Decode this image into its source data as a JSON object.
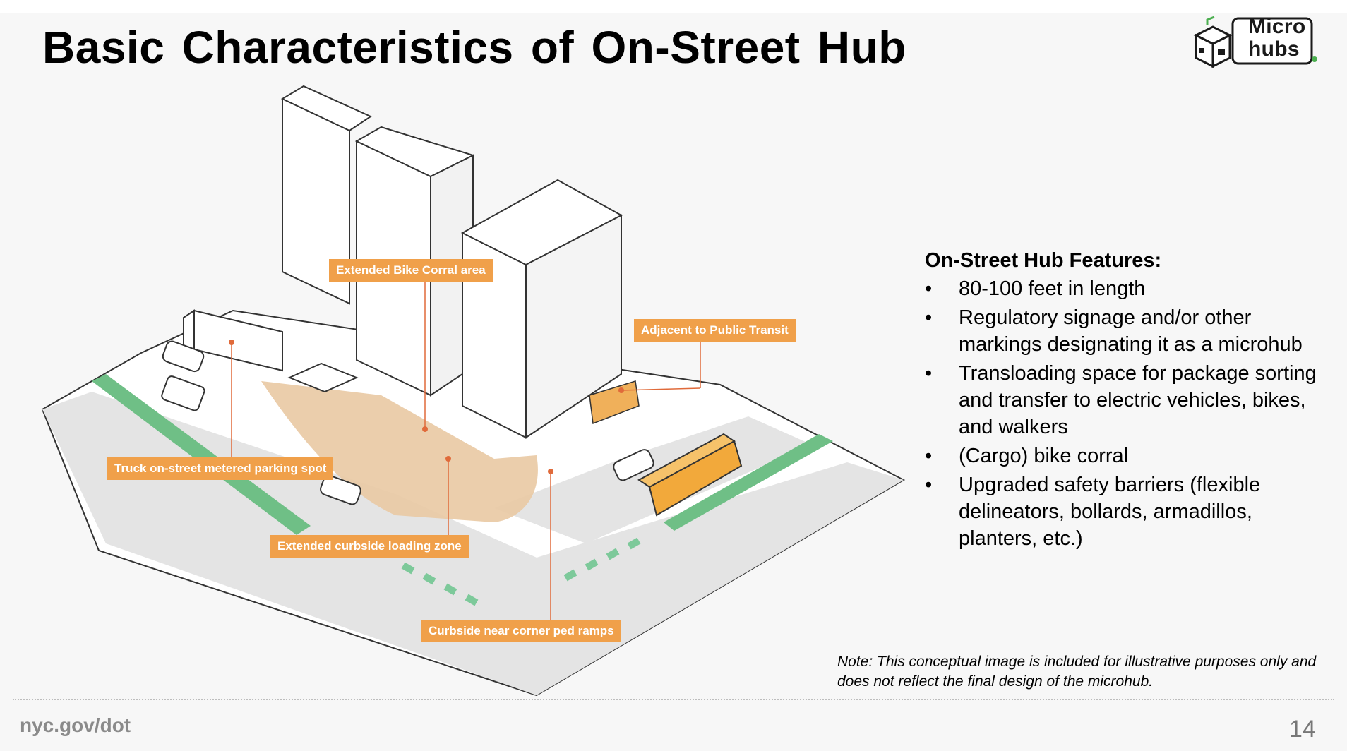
{
  "title": "Basic Characteristics of On-Street Hub",
  "logo": {
    "line1": "Micro",
    "line2": "hubs"
  },
  "callouts": {
    "bike_corral": "Extended Bike Corral area",
    "public_transit": "Adjacent to Public Transit",
    "truck_parking": "Truck on-street metered parking spot",
    "loading_zone": "Extended curbside loading zone",
    "ped_ramps": "Curbside near corner ped ramps"
  },
  "features": {
    "heading": "On-Street Hub Features:",
    "bullet": "•",
    "items": [
      "80-100 feet in length",
      "Regulatory signage and/or other markings designating it as a microhub",
      "Transloading space for package sorting and transfer to electric vehicles, bikes, and walkers",
      "(Cargo) bike corral",
      "Upgraded safety barriers (flexible delineators, bollards, armadillos, planters, etc.)"
    ]
  },
  "note": "Note: This conceptual image is included for illustrative purposes only and does not reflect the final design of the microhub.",
  "footer": {
    "url": "nyc.gov/dot",
    "page": "14"
  },
  "colors": {
    "accent": "#f0a04a",
    "green": "#6fbf86",
    "hub_area": "#e9c9a3"
  }
}
